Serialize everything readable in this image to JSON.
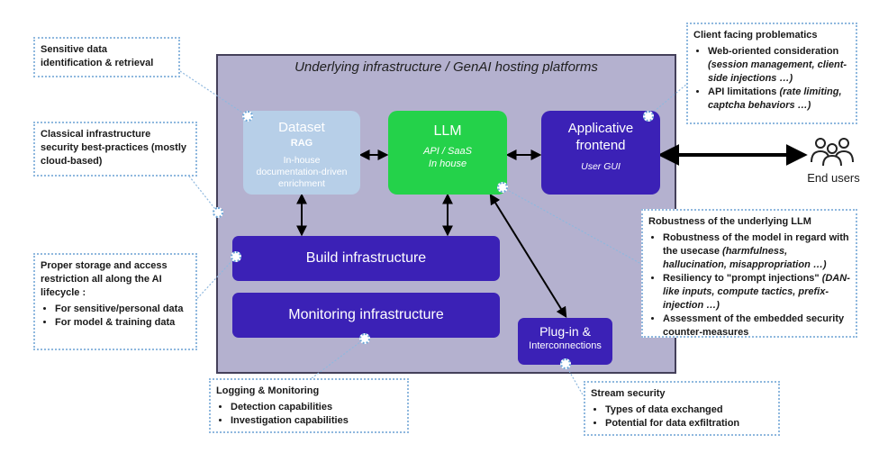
{
  "platform": {
    "title": "Underlying infrastructure / GenAI hosting platforms"
  },
  "nodes": {
    "dataset": {
      "title": "Dataset",
      "subtitle": "RAG",
      "desc": "In-house documentation-driven enrichment"
    },
    "llm": {
      "title": "LLM",
      "desc1": "API / SaaS",
      "desc2": "In house"
    },
    "frontend": {
      "title1": "Applicative",
      "title2": "frontend",
      "desc": "User GUI"
    },
    "build": {
      "title": "Build infrastructure"
    },
    "monitoring": {
      "title": "Monitoring infrastructure"
    },
    "plugin": {
      "title": "Plug-in &",
      "desc": "Interconnections"
    }
  },
  "end_users": {
    "label": "End users",
    "icon": "users-icon"
  },
  "callouts": {
    "sensitive": {
      "line1": "Sensitive data",
      "line2": "identification & retrieval"
    },
    "classical": {
      "text": "Classical infrastructure security best-practices (mostly cloud-based)"
    },
    "storage": {
      "text": "Proper storage and access restriction all along the AI lifecycle :",
      "items": [
        "For sensitive/personal data",
        "For model & training data"
      ]
    },
    "logging": {
      "title": "Logging & Monitoring",
      "items": [
        "Detection capabilities",
        "Investigation capabilities"
      ]
    },
    "client": {
      "title": "Client facing problematics",
      "item1": "Web-oriented consideration",
      "item1_detail": "(session management, client-side injections …)",
      "item2": "API limitations",
      "item2_detail": "(rate limiting, captcha behaviors …)"
    },
    "robustness": {
      "title": "Robustness of the underlying LLM",
      "item1": "Robustness of the model in regard with the usecase",
      "item1_detail": "(harmfulness, hallucination, misappropriation …)",
      "item2": "Resiliency to \"prompt injections\"",
      "item2_detail": "(DAN-like inputs, compute tactics, prefix-injection …)",
      "item3": "Assessment of the embedded security counter-measures"
    },
    "stream": {
      "title": "Stream security",
      "items": [
        "Types of data exchanged",
        "Potential for data exfiltration"
      ]
    }
  },
  "colors": {
    "platform": "#b4b1cf",
    "dataset": "#b7cfe8",
    "llm": "#24d24a",
    "primary": "#3b21b6",
    "callout_border": "#8fb8de"
  }
}
